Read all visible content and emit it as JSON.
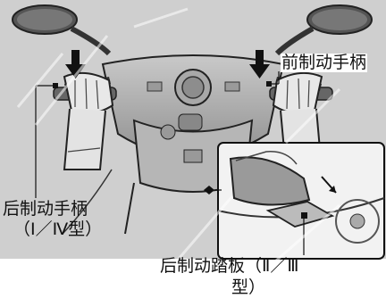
{
  "labels": {
    "front_brake_lever": "前制动手柄",
    "rear_brake_lever": "后制动手柄",
    "rear_brake_lever_note": "（Ⅰ／Ⅳ型）",
    "rear_brake_pedal": "后制动踏板（Ⅱ／Ⅲ",
    "rear_brake_pedal_note": "型）"
  }
}
